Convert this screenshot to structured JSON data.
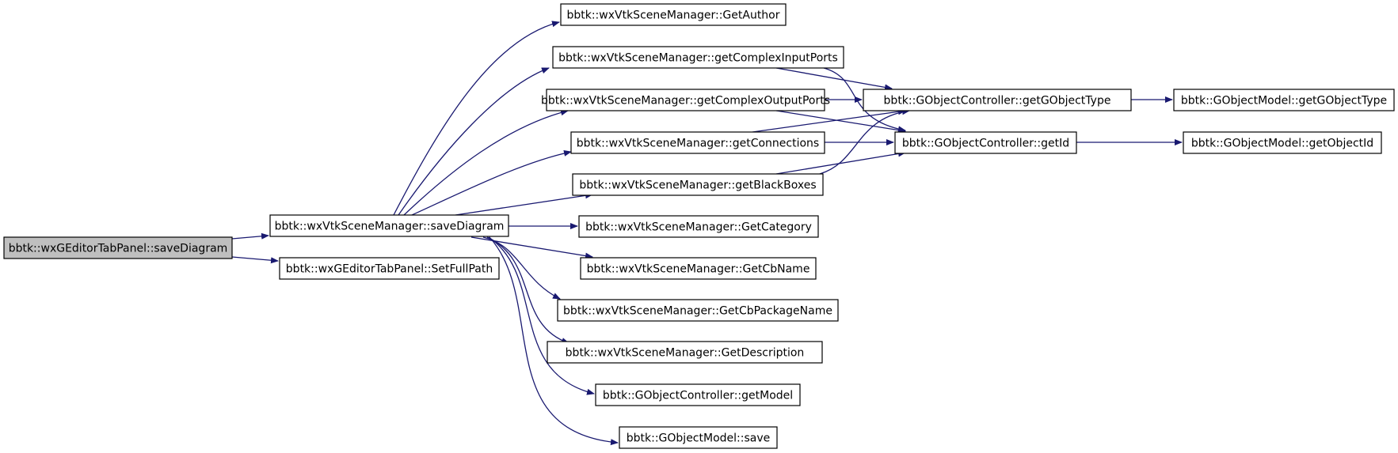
{
  "colors": {
    "edge": "#191970",
    "root_fill": "#bfbfbf",
    "node_fill": "#ffffff",
    "node_border": "#000000"
  },
  "nodes": {
    "root": "bbtk::wxGEditorTabPanel::saveDiagram",
    "save_diagram": "bbtk::wxVtkSceneManager::saveDiagram",
    "set_full_path": "bbtk::wxGEditorTabPanel::SetFullPath",
    "get_author": "bbtk::wxVtkSceneManager::GetAuthor",
    "get_complex_input_ports": "bbtk::wxVtkSceneManager::getComplexInputPorts",
    "get_complex_output_ports": "bbtk::wxVtkSceneManager::getComplexOutputPorts",
    "get_connections": "bbtk::wxVtkSceneManager::getConnections",
    "get_black_boxes": "bbtk::wxVtkSceneManager::getBlackBoxes",
    "get_category": "bbtk::wxVtkSceneManager::GetCategory",
    "get_cb_name": "bbtk::wxVtkSceneManager::GetCbName",
    "get_cb_package_name": "bbtk::wxVtkSceneManager::GetCbPackageName",
    "get_description": "bbtk::wxVtkSceneManager::GetDescription",
    "get_model": "bbtk::GObjectController::getModel",
    "gobject_model_save": "bbtk::GObjectModel::save",
    "get_gobject_type": "bbtk::GObjectController::getGObjectType",
    "get_id": "bbtk::GObjectController::getId",
    "model_get_gobject_type": "bbtk::GObjectModel::getGObjectType",
    "model_get_object_id": "bbtk::GObjectModel::getObjectId"
  }
}
